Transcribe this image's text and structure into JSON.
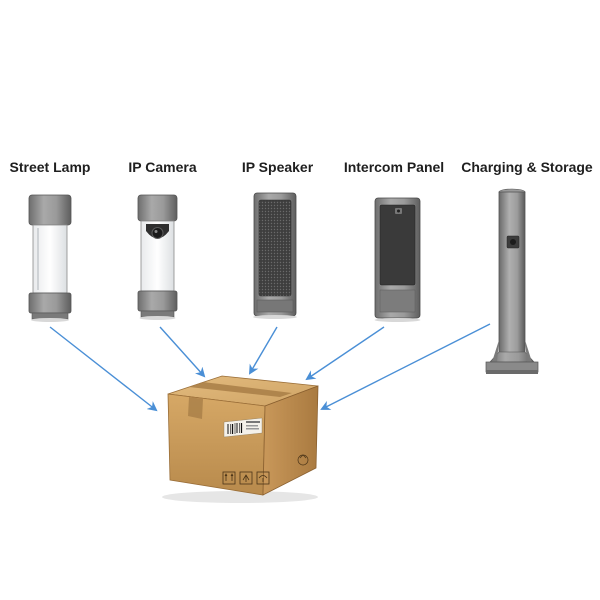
{
  "products": [
    {
      "id": "street-lamp",
      "label": "Street Lamp",
      "icon": "street-lamp-icon"
    },
    {
      "id": "ip-camera",
      "label": "IP Camera",
      "icon": "ip-camera-icon"
    },
    {
      "id": "ip-speaker",
      "label": "IP Speaker",
      "icon": "ip-speaker-icon"
    },
    {
      "id": "intercom-panel",
      "label": "Intercom Panel",
      "icon": "intercom-panel-icon"
    },
    {
      "id": "charging-storage",
      "label": "Charging & Storage",
      "icon": "charging-storage-pole-icon"
    }
  ],
  "destination": {
    "icon": "cardboard-box-icon"
  },
  "colors": {
    "arrow": "#4a8fd6",
    "device_body": "#8c8c8c",
    "device_dark": "#5a5a5a",
    "box": "#c99a5b",
    "label_text": "#1f1f1f"
  }
}
